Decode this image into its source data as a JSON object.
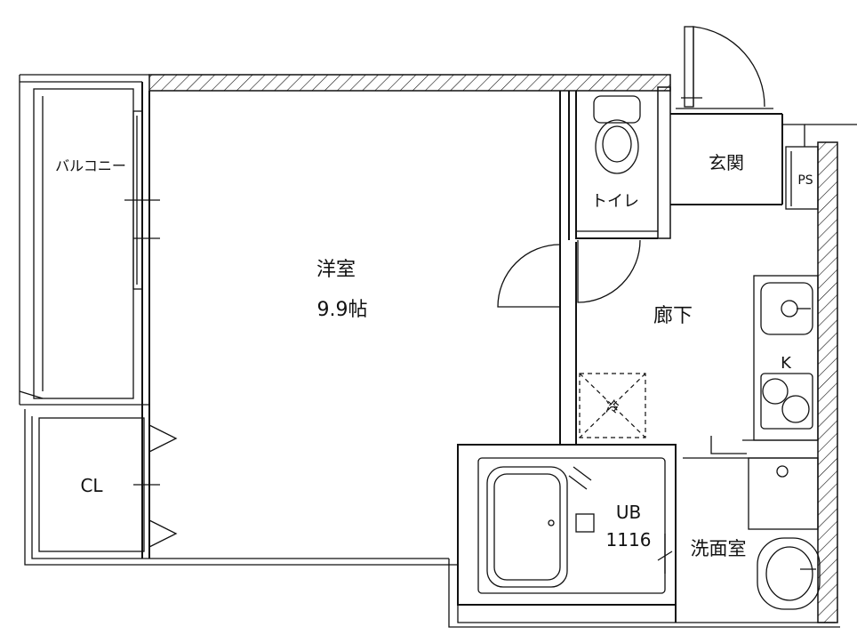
{
  "rooms": {
    "western_room_name": "洋室",
    "western_room_size": "9.9帖",
    "balcony": "バルコニー",
    "closet": "CL",
    "toilet": "トイレ",
    "entrance": "玄関",
    "pipe_space": "PS",
    "hallway": "廊下",
    "kitchen": "K",
    "fridge": "冷",
    "unit_bath": "UB",
    "unit_bath_size": "1116",
    "washroom": "洗面室"
  }
}
